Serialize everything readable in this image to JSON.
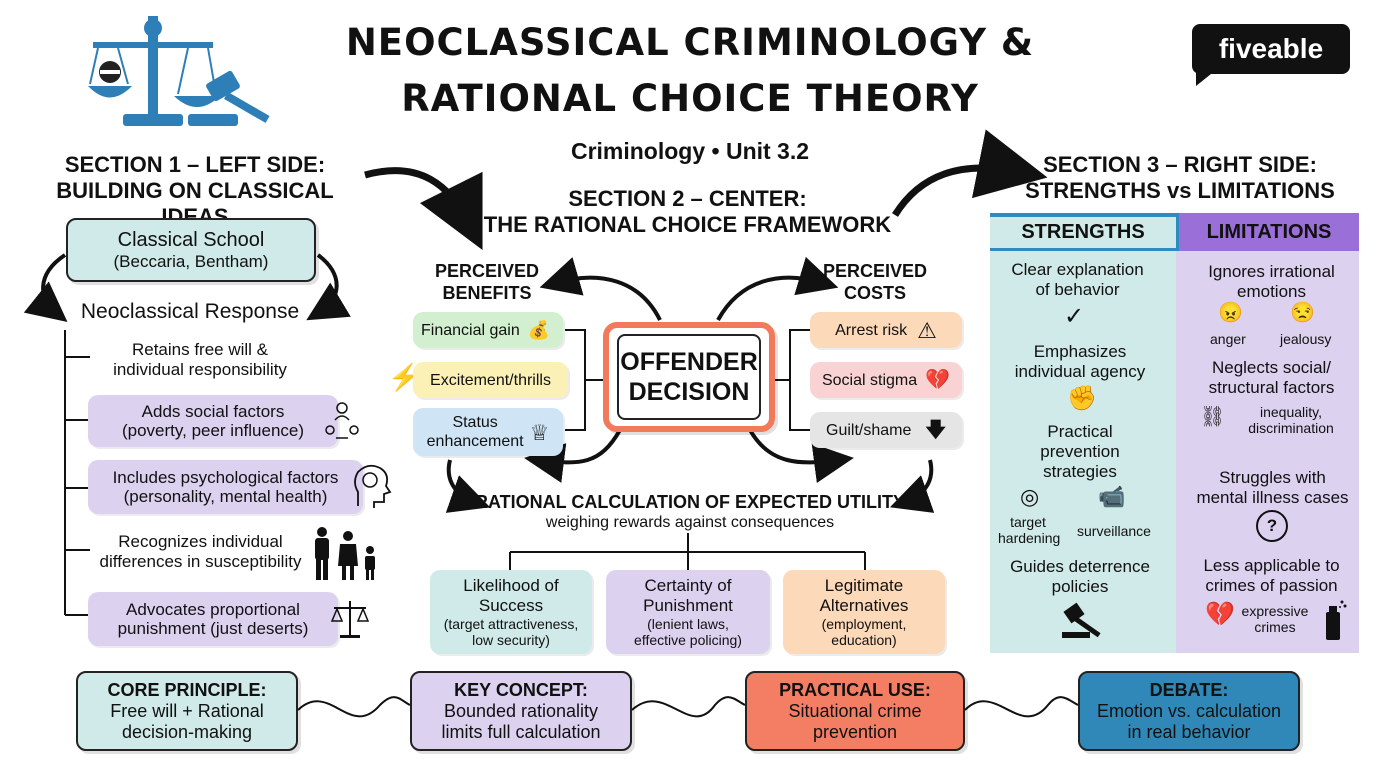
{
  "header": {
    "title_line1": "NEOCLASSICAL CRIMINOLOGY &",
    "title_line2": "RATIONAL CHOICE THEORY",
    "subtitle": "Criminology • Unit 3.2",
    "logo": "fiveable"
  },
  "section1": {
    "heading_line1": "SECTION 1 – LEFT SIDE:",
    "heading_line2": "BUILDING ON CLASSICAL IDEAS",
    "classical_school": "Classical School",
    "classical_school_sub": "(Beccaria, Bentham)",
    "neoclassical_response": "Neoclassical Response",
    "items": [
      {
        "line1": "Retains free will &",
        "line2": "individual responsibility"
      },
      {
        "line1": "Adds social factors",
        "line2": "(poverty, peer influence)"
      },
      {
        "line1": "Includes psychological factors",
        "line2": "(personality, mental health)"
      },
      {
        "line1": "Recognizes individual",
        "line2": "differences in susceptibility"
      },
      {
        "line1": "Advocates proportional",
        "line2": "punishment (just deserts)"
      }
    ]
  },
  "section2": {
    "heading_line1": "SECTION 2 – CENTER:",
    "heading_line2": "THE RATIONAL CHOICE FRAMEWORK",
    "benefits_label_1": "PERCEIVED",
    "benefits_label_2": "BENEFITS",
    "costs_label_1": "PERCEIVED",
    "costs_label_2": "COSTS",
    "benefits": [
      "Financial gain",
      "Excitement/thrills",
      "Status enhancement"
    ],
    "benefits_status_1": "Status",
    "benefits_status_2": "enhancement",
    "costs": [
      "Arrest risk",
      "Social stigma",
      "Guilt/shame"
    ],
    "decision_line1": "OFFENDER",
    "decision_line2": "DECISION",
    "calc_title": "RATIONAL CALCULATION OF EXPECTED UTILITY",
    "calc_sub": "weighing rewards against consequences",
    "factors": [
      {
        "t1": "Likelihood of",
        "t2": "Success",
        "d1": "(target attractiveness,",
        "d2": "low security)"
      },
      {
        "t1": "Certainty of",
        "t2": "Punishment",
        "d1": "(lenient laws,",
        "d2": "effective policing)"
      },
      {
        "t1": "Legitimate",
        "t2": "Alternatives",
        "d1": "(employment,",
        "d2": "education)"
      }
    ]
  },
  "section3": {
    "heading_line1": "SECTION 3 – RIGHT SIDE:",
    "heading_line2": "STRENGTHS vs LIMITATIONS",
    "strengths_head": "STRENGTHS",
    "limitations_head": "LIMITATIONS",
    "strengths": [
      {
        "l1": "Clear explanation",
        "l2": "of behavior"
      },
      {
        "l1": "Emphasizes",
        "l2": "individual agency"
      },
      {
        "l1": "Practical",
        "l2": "prevention",
        "l3": "strategies"
      },
      {
        "l1": "Guides deterrence",
        "l2": "policies"
      }
    ],
    "target_hardening_1": "target",
    "target_hardening_2": "hardening",
    "surveillance": "surveillance",
    "limitations": [
      {
        "l1": "Ignores irrational",
        "l2": "emotions"
      },
      {
        "l1": "Neglects social/",
        "l2": "structural factors"
      },
      {
        "l1": "Struggles with",
        "l2": "mental illness cases"
      },
      {
        "l1": "Less applicable to",
        "l2": "crimes of passion"
      }
    ],
    "anger": "anger",
    "jealousy": "jealousy",
    "inequality_1": "inequality,",
    "inequality_2": "discrimination",
    "expressive_1": "expressive",
    "expressive_2": "crimes"
  },
  "footer": [
    {
      "h": "CORE PRINCIPLE:",
      "b1": "Free will + Rational",
      "b2": "decision-making"
    },
    {
      "h": "KEY CONCEPT:",
      "b1": "Bounded rationality",
      "b2": "limits full calculation"
    },
    {
      "h": "PRACTICAL USE:",
      "b1": "Situational crime",
      "b2": "prevention"
    },
    {
      "h": "DEBATE:",
      "b1": "Emotion vs. calculation",
      "b2": "in real behavior"
    }
  ],
  "colors": {
    "teal": "#cfeae8",
    "lavender": "#ddd1f0",
    "strengths_header": "#2e8bbf",
    "limitations_header": "#9b6fd8",
    "decision_border": "#f07a5a",
    "practical": "#f47e63",
    "debate": "#2f88b8"
  }
}
